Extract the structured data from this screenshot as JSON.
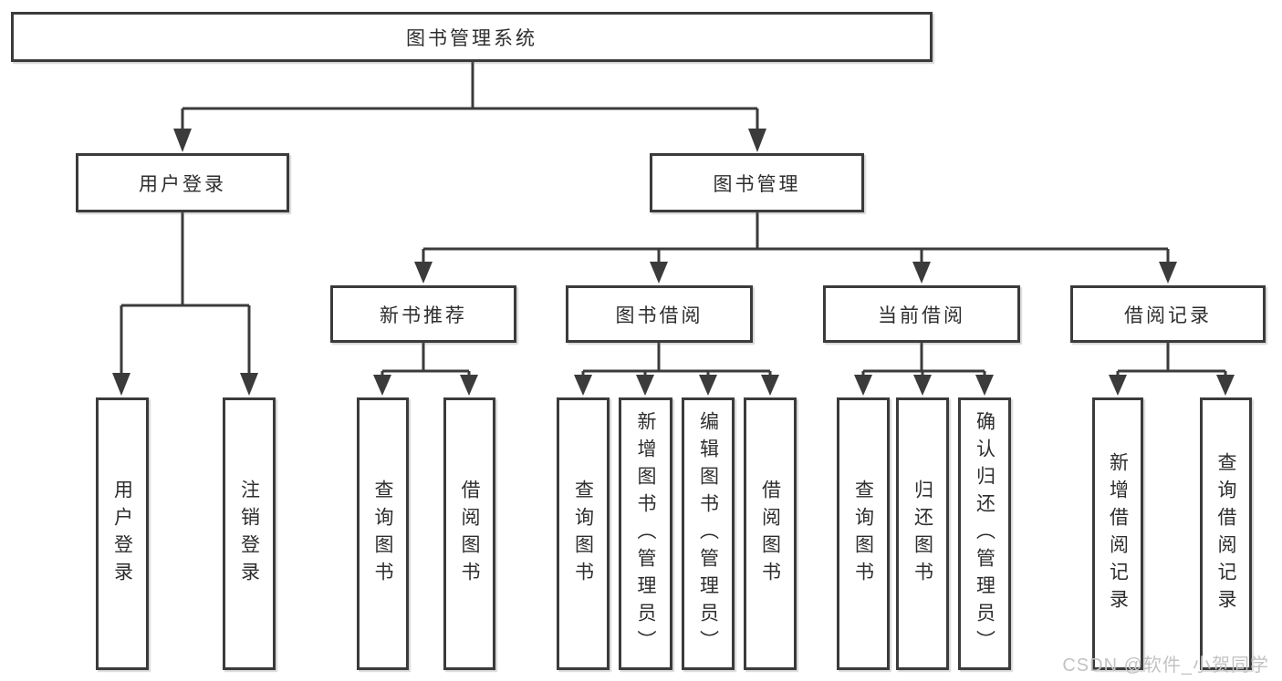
{
  "colors": {
    "line": "#3b3b3b",
    "text": "#2e2e2e",
    "watermark": "#c3c3c3",
    "background": "#ffffff"
  },
  "diagram": {
    "root": "图书管理系统",
    "level2": {
      "user_login": "用户登录",
      "book_mgmt": "图书管理"
    },
    "level3": {
      "new_books": "新书推荐",
      "book_borrow": "图书借阅",
      "current_borrow": "当前借阅",
      "borrow_records": "借阅记录"
    },
    "leaves": {
      "user_login": [
        "用户登录",
        "注销登录"
      ],
      "new_books": [
        "查询图书",
        "借阅图书"
      ],
      "book_borrow": [
        "查询图书",
        "新增图书（管理员）",
        "编辑图书（管理员）",
        "借阅图书"
      ],
      "current_borrow": [
        "查询图书",
        "归还图书",
        "确认归还（管理员）"
      ],
      "borrow_records": [
        "新增借阅记录",
        "查询借阅记录"
      ]
    }
  },
  "watermark": "CSDN @软件_小贺同学"
}
